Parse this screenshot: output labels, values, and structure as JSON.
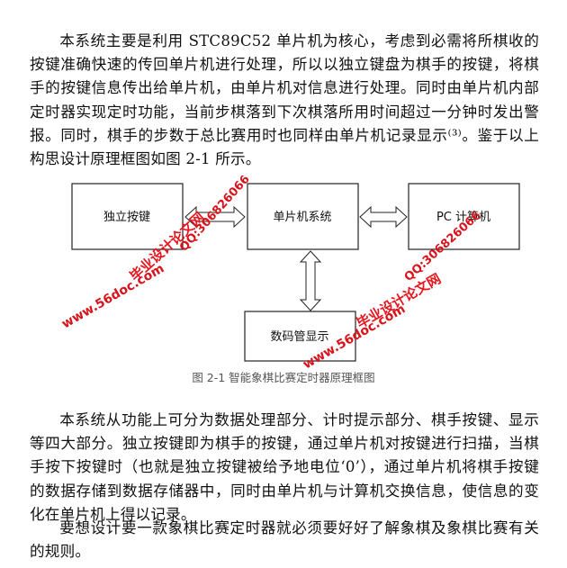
{
  "paragraphs": {
    "p1": "本系统主要是利用 STC89C52 单片机为核心，考虑到必需将所棋收的按键准确快速的传回单片机进行处理，所以以独立键盘为棋手的按键，将棋手的按键信息传出给单片机，由单片机对信息进行处理。同时由单片机内部定时器实现定时功能，当前步棋落到下次棋落所用时间超过一分钟时发出警报。同时，棋手的步数于总比赛用时也同样由单片机记录显示⁽³⁾。鉴于以上构思设计原理框图如图 2-1 所示。",
    "p2": "本系统从功能上可分为数据处理部分、计时提示部分、棋手按键、显示等四大部分。独立按键即为棋手的按键，通过单片机对按键进行扫描，当棋手按下按键时（也就是独立按键被给予地电位‘0’），通过单片机将棋手按键的数据存储到数据存储器中，同时由单片机与计算机交换信息，使信息的变化在单片机上得以记录。",
    "p3": "要想设计要一款象棋比赛定时器就必须要好好了解象棋及象棋比赛有关的规则。"
  },
  "diagram": {
    "boxes": {
      "independent_keys": "独立按键",
      "mcu_system": "单片机系统",
      "pc": "PC 计算机",
      "digital_display": "数码管显示"
    },
    "caption": "图 2-1  智能象棋比赛定时器原理框图"
  },
  "watermarks": {
    "site_name": "毕业设计论文网",
    "qq": "QQ:306826066",
    "url": "www.56doc.com"
  },
  "colors": {
    "text": "#111111",
    "caption": "#555555",
    "watermark": "#e8151e"
  }
}
